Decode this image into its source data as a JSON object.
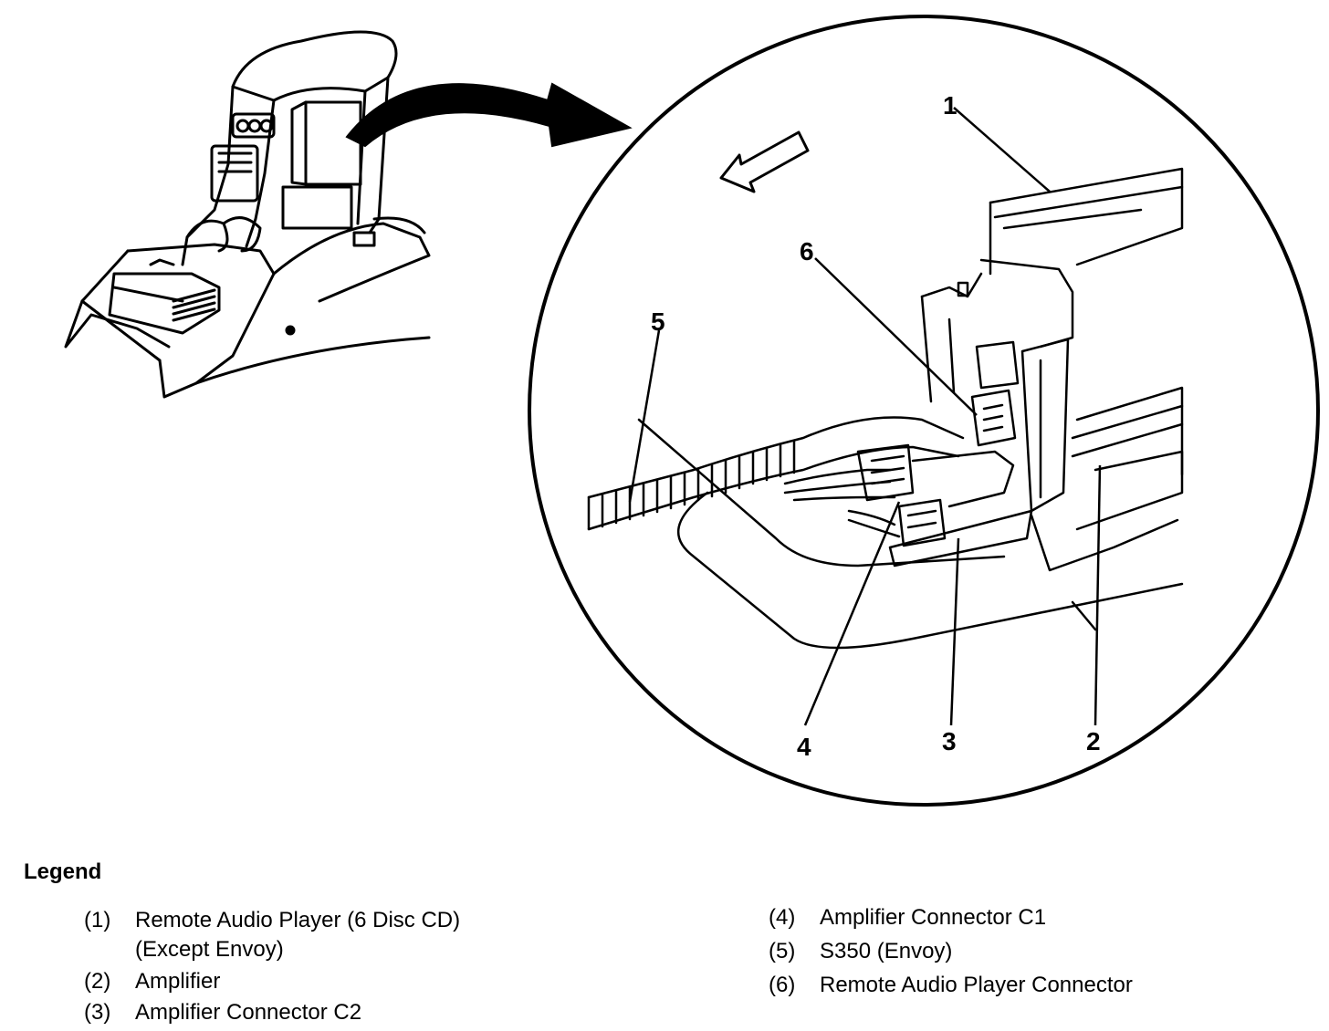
{
  "callouts": {
    "c1": "1",
    "c2": "2",
    "c3": "3",
    "c4": "4",
    "c5": "5",
    "c6": "6"
  },
  "legend": {
    "title": "Legend",
    "items": [
      {
        "num": "(1)",
        "text": "Remote Audio Player (6 Disc CD)",
        "cont": "(Except Envoy)"
      },
      {
        "num": "(2)",
        "text": "Amplifier"
      },
      {
        "num": "(3)",
        "text": "Amplifier Connector C2"
      },
      {
        "num": "(4)",
        "text": "Amplifier Connector C1"
      },
      {
        "num": "(5)",
        "text": "S350 (Envoy)"
      },
      {
        "num": "(6)",
        "text": "Remote Audio Player Connector"
      }
    ]
  }
}
